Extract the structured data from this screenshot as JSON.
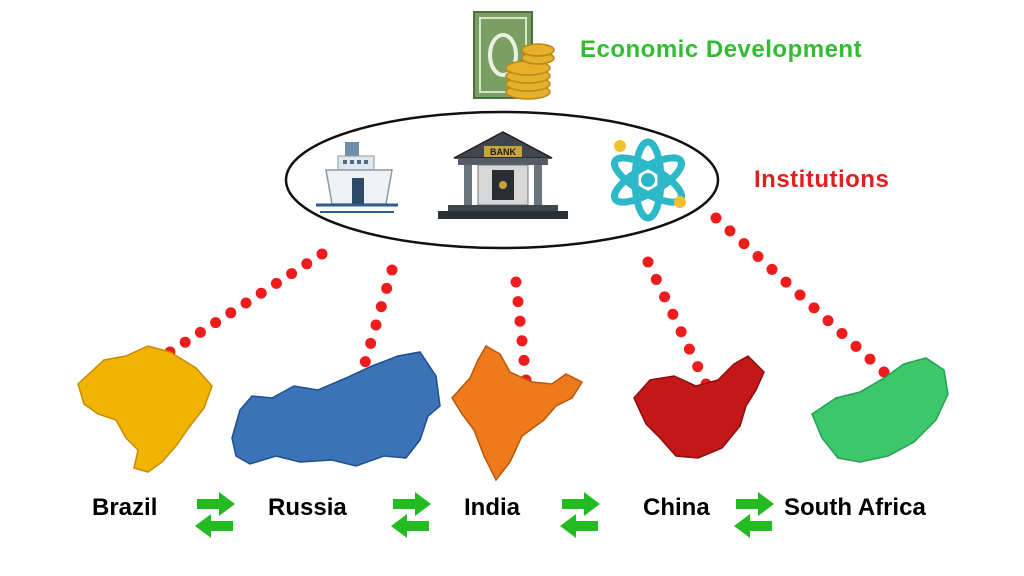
{
  "header": {
    "economic_title": "Economic Development",
    "institutions_title": "Institutions",
    "economic_color": "#33bb33",
    "institutions_color": "#e02020",
    "money_icon": "money-icon",
    "bank_label": "BANK"
  },
  "institutions": [
    {
      "name": "ship",
      "icon": "ship-icon"
    },
    {
      "name": "bank",
      "icon": "bank-icon"
    },
    {
      "name": "atom",
      "icon": "atom-icon"
    }
  ],
  "countries": [
    {
      "label": "Brazil",
      "color": "#f0b400",
      "icon": "brazil-map-icon"
    },
    {
      "label": "Russia",
      "color": "#3b72b8",
      "icon": "russia-map-icon"
    },
    {
      "label": "India",
      "color": "#ee7a1b",
      "icon": "india-map-icon"
    },
    {
      "label": "China",
      "color": "#c41818",
      "icon": "china-map-icon"
    },
    {
      "label": "South Africa",
      "color": "#3cc76a",
      "icon": "south-africa-map-icon"
    }
  ],
  "connector_color": "#ee1c1c",
  "exchange_arrow_color": "#22bb22"
}
